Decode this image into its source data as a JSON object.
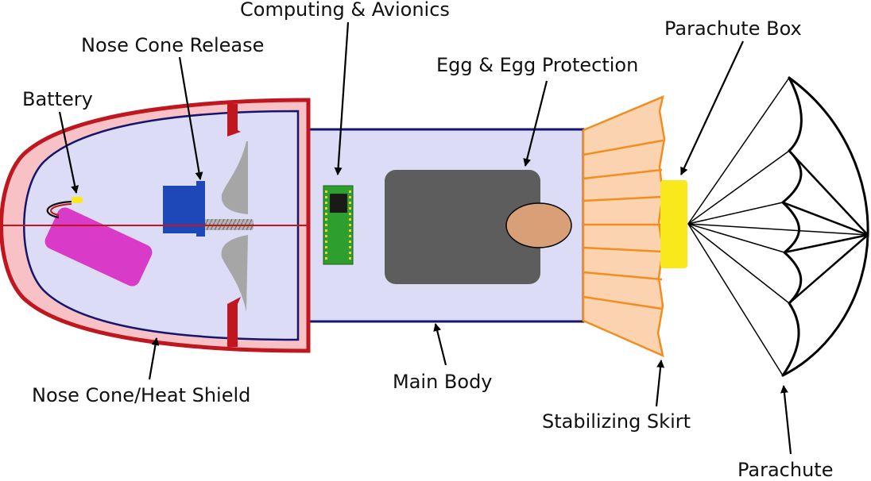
{
  "labels": {
    "computing": "Computing & Avionics",
    "nose_release": "Nose Cone Release",
    "parachute_box": "Parachute Box",
    "egg": "Egg & Egg Protection",
    "battery": "Battery",
    "nose_cone": "Nose Cone/Heat Shield",
    "main_body": "Main Body",
    "skirt": "Stabilizing Skirt",
    "parachute": "Parachute"
  },
  "colors": {
    "nose_outline": "#c0161f",
    "nose_fill": "#f7c1c6",
    "body_fill": "#dcdcf6",
    "body_outline": "#15156e",
    "battery": "#d93bc8",
    "release_block": "#1e48b8",
    "circuit_board": "#2e9e2e",
    "chip": "#1a1a1a",
    "egg_box": "#5d5d5d",
    "egg": "#d9a077",
    "skirt_fill": "#fcd3b0",
    "skirt_outline": "#f28e1f",
    "parachute_box": "#f9e81c",
    "parachute_lines": "#000000",
    "axis_line": "#c0161f"
  }
}
